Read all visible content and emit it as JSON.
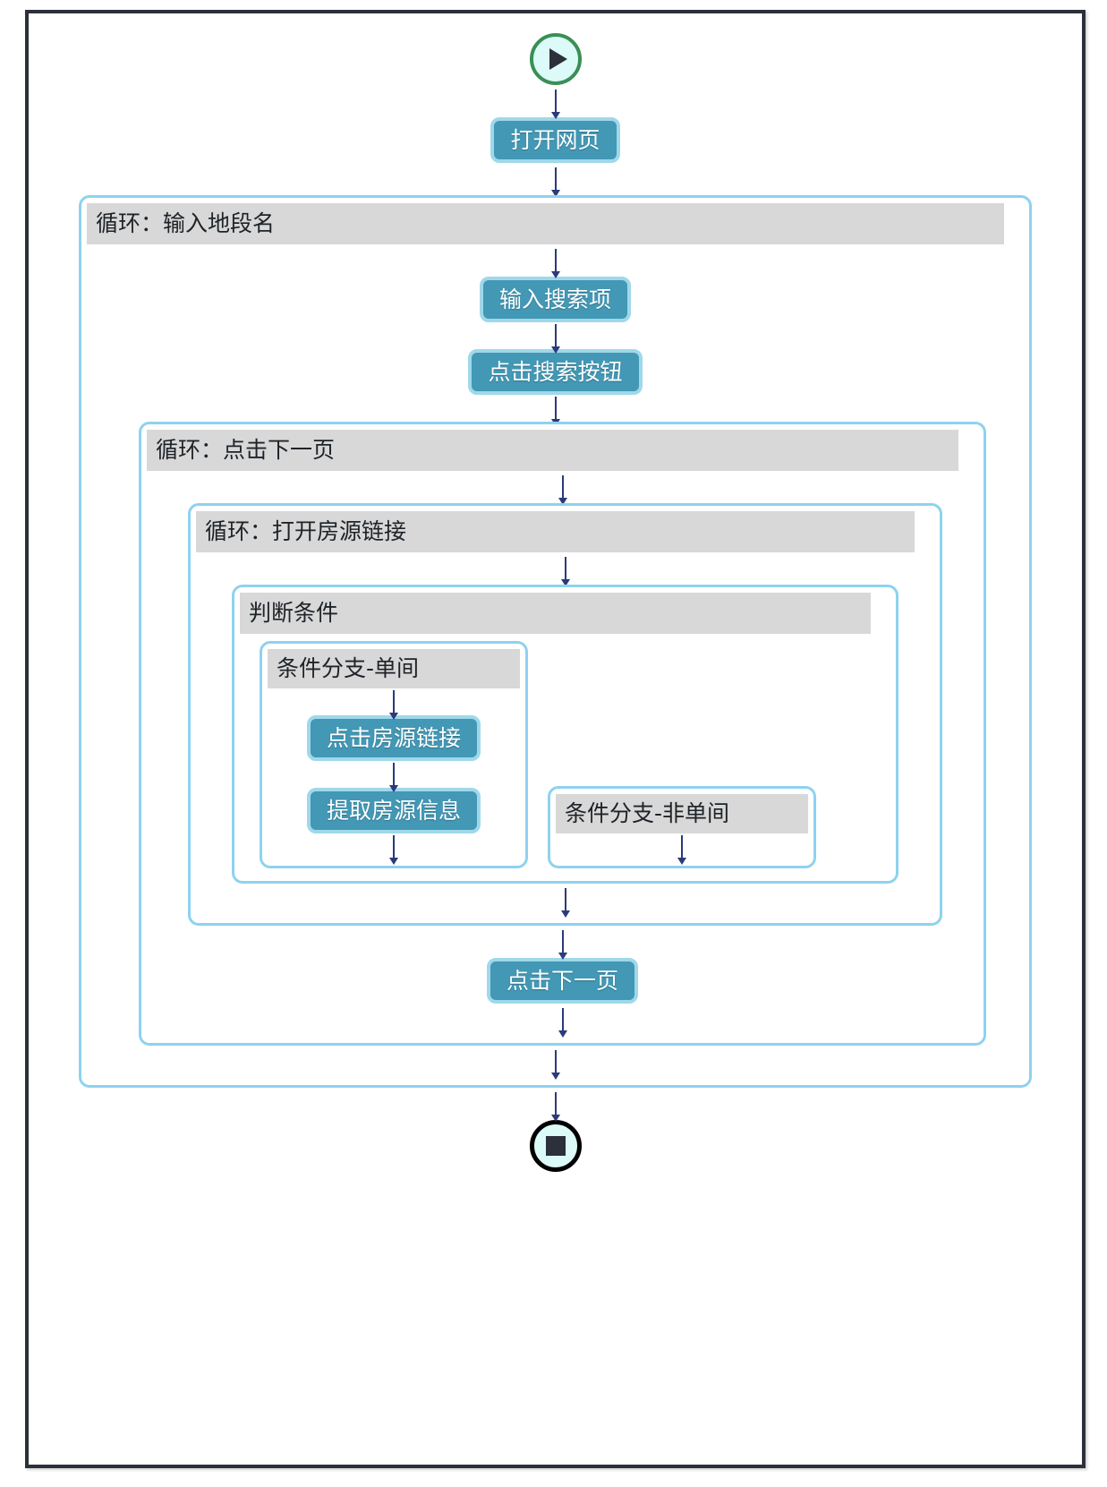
{
  "diagram": {
    "title": "RPA Flowchart",
    "colors": {
      "frame_border": "#2b303a",
      "container_border": "#8ed2ef",
      "container_header_bg": "#d8d8d8",
      "action_fill": "#4298b5",
      "action_border": "#9fd8ea",
      "action_text": "#ffffff",
      "start_ring": "#3a8f55",
      "end_ring": "#000000",
      "node_fill": "#dcfaf8",
      "arrow": "#2b3a7a",
      "canvas_bg": "#ffffff"
    },
    "start_node": {
      "icon": "play-icon",
      "label": ""
    },
    "end_node": {
      "icon": "stop-icon",
      "label": ""
    },
    "steps": {
      "open_page": "打开网页",
      "input_search_term": "输入搜索项",
      "click_search_button": "点击搜索按钮",
      "click_listing_link": "点击房源链接",
      "extract_listing_info": "提取房源信息",
      "click_next_page": "点击下一页"
    },
    "containers": {
      "loop_district": "循环：输入地段名",
      "loop_next_page": "循环：点击下一页",
      "loop_open_listing": "循环：打开房源链接",
      "condition": "判断条件",
      "branch_single": "条件分支-单间",
      "branch_non_single": "条件分支-非单间"
    }
  }
}
